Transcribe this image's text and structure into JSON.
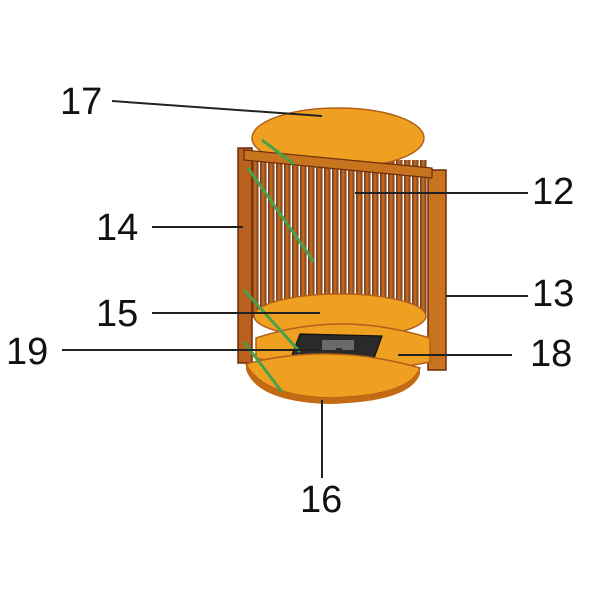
{
  "diagram": {
    "colors": {
      "wood": "#f0a020",
      "wood_dark": "#c46a12",
      "slat": "#b05a1a",
      "slat_dark": "#7a3510",
      "grate": "#333333",
      "brace": "#4aa04a"
    },
    "callouts": [
      {
        "id": "17",
        "label": "17"
      },
      {
        "id": "14",
        "label": "14"
      },
      {
        "id": "15",
        "label": "15"
      },
      {
        "id": "19",
        "label": "19"
      },
      {
        "id": "12",
        "label": "12"
      },
      {
        "id": "13",
        "label": "13"
      },
      {
        "id": "18",
        "label": "18"
      },
      {
        "id": "16",
        "label": "16"
      }
    ]
  }
}
